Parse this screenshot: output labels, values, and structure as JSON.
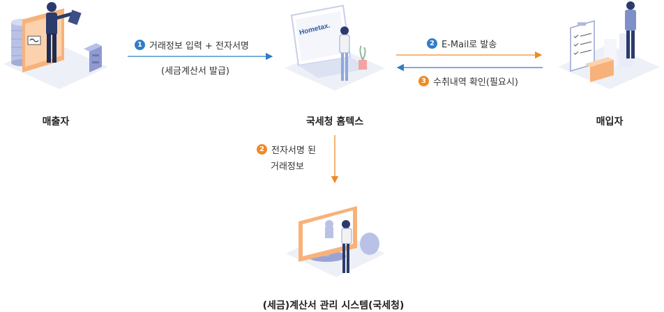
{
  "nodes": {
    "seller": {
      "label": "매출자",
      "icon": "seller-person-with-coins-icon"
    },
    "hometax": {
      "label": "국세청 홈텍스",
      "icon": "laptop-hometax-icon",
      "logo_text": "Hometax."
    },
    "buyer": {
      "label": "매입자",
      "icon": "buyer-person-with-document-icon"
    },
    "system": {
      "label": "(세금)계산서 관리 시스템(국세청)",
      "icon": "monitor-management-system-icon"
    }
  },
  "steps": {
    "s1": {
      "num": "1",
      "text": "거래정보 입력 + 전자서명",
      "sub": "(세금계산서 발급)",
      "color": "#2f7dc8"
    },
    "s2_mail": {
      "num": "2",
      "text": "E-Mail로 발송",
      "color": "#2f7dc8"
    },
    "s3": {
      "num": "3",
      "text": "수취내역 확인(필요시)",
      "color": "#f08a24"
    },
    "s2_down": {
      "num": "2",
      "line1": "전자서명 된",
      "line2": "거래정보",
      "color": "#f08a24"
    }
  },
  "colors": {
    "blue": "#2f7dc8",
    "orange": "#f08a24",
    "platform": "#eef0f7"
  }
}
